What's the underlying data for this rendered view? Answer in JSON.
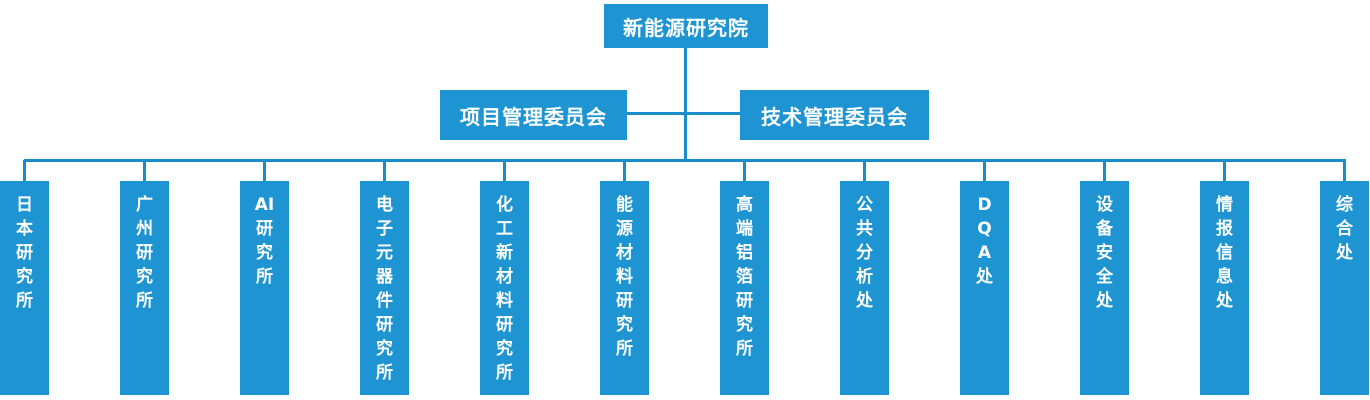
{
  "org_chart": {
    "type": "organizational-chart",
    "colors": {
      "node_fill": "#1e95d2",
      "connector": "#1a8ecb",
      "text": "#ffffff",
      "background": "#ffffff"
    },
    "root": {
      "label": "新能源研究院"
    },
    "committees": [
      {
        "label": "项目管理委员会"
      },
      {
        "label": "技术管理委员会"
      }
    ],
    "departments": [
      {
        "label": "日本研究所",
        "lines": [
          "日",
          "本",
          "研",
          "究",
          "所"
        ]
      },
      {
        "label": "广州研究所",
        "lines": [
          "广",
          "州",
          "研",
          "究",
          "所"
        ]
      },
      {
        "label": "AI研究所",
        "lines": [
          "AI",
          "研",
          "究",
          "所"
        ]
      },
      {
        "label": "电子元器件研究所",
        "lines": [
          "电",
          "子",
          "元",
          "器",
          "件",
          "研",
          "究",
          "所"
        ]
      },
      {
        "label": "化工新材料研究所",
        "lines": [
          "化",
          "工",
          "新",
          "材",
          "料",
          "研",
          "究",
          "所"
        ]
      },
      {
        "label": "能源材料研究所",
        "lines": [
          "能",
          "源",
          "材",
          "料",
          "研",
          "究",
          "所"
        ]
      },
      {
        "label": "高端铝箔研究所",
        "lines": [
          "高",
          "端",
          "铝",
          "箔",
          "研",
          "究",
          "所"
        ]
      },
      {
        "label": "公共分析处",
        "lines": [
          "公",
          "共",
          "分",
          "析",
          "处"
        ]
      },
      {
        "label": "DQA处",
        "lines": [
          "D",
          "Q",
          "A",
          "处"
        ]
      },
      {
        "label": "设备安全处",
        "lines": [
          "设",
          "备",
          "安",
          "全",
          "处"
        ]
      },
      {
        "label": "情报信息处",
        "lines": [
          "情",
          "报",
          "信",
          "息",
          "处"
        ]
      },
      {
        "label": "综合处",
        "lines": [
          "综",
          "合",
          "处"
        ]
      }
    ]
  }
}
